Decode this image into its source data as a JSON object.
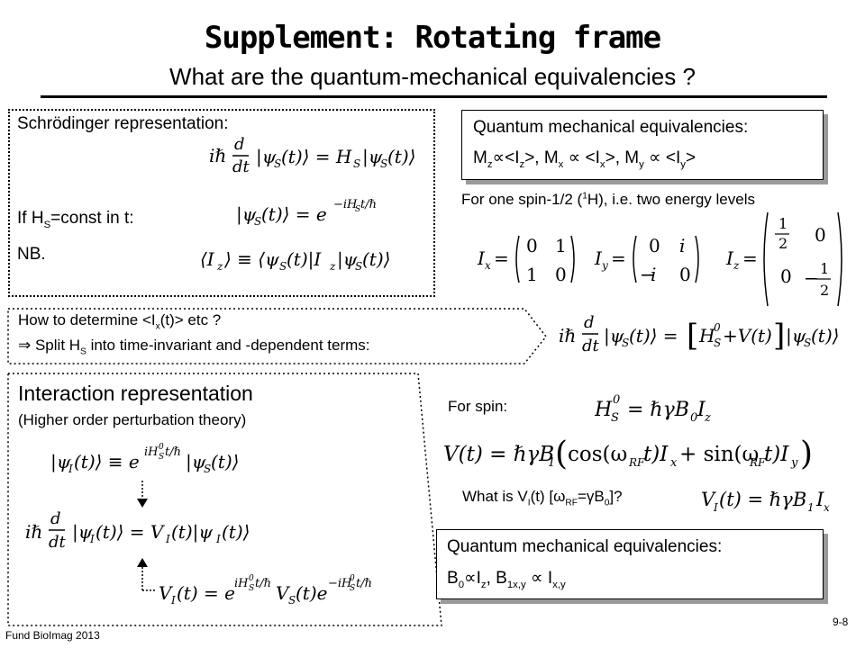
{
  "header": {
    "title": "Supplement: Rotating frame",
    "subtitle": "What are the quantum-mechanical equivalencies ?"
  },
  "schrodinger_box": {
    "heading": "Schrödinger representation:",
    "if_line": "If H_S=const in t:",
    "nb_label": "NB."
  },
  "equivalencies_top": {
    "heading": "Quantum mechanical equivalencies:",
    "line": "Mz∝<Iz>, Mx ∝ <Ix>, My ∝ <Iy>"
  },
  "spin_note": "For one spin-1/2 (1H), i.e. two energy levels",
  "determine_box": {
    "line1": "How to determine <Ix(t)> etc ?",
    "line2": "⇒ Split HS into time-invariant and -dependent terms:"
  },
  "interaction_box": {
    "heading": "Interaction representation",
    "subheading": "(Higher order perturbation theory)"
  },
  "for_spin_label": "For spin:",
  "question": "What is VI(t) [ωRF=γB0]?",
  "equivalencies_bottom": {
    "heading": "Quantum mechanical equivalencies:",
    "line": "B0∝Iz, B1x,y ∝ Ix,y"
  },
  "footer": {
    "left": "Fund BioImag 2013",
    "right": "9-8"
  }
}
